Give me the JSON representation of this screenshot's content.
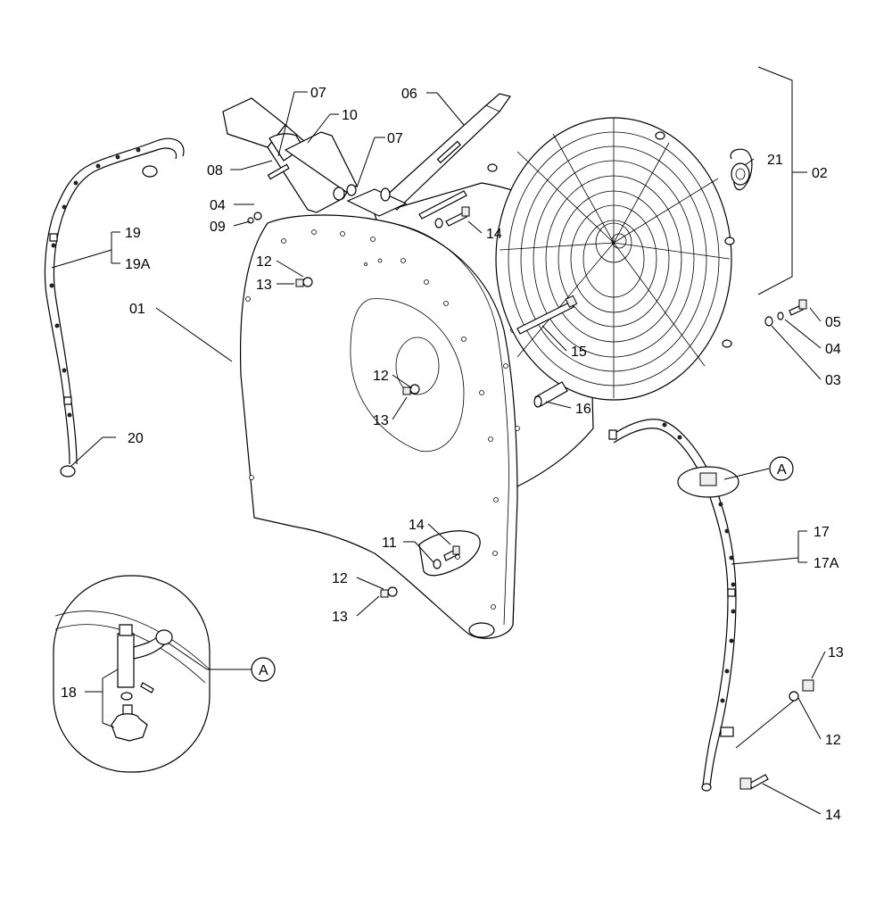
{
  "colors": {
    "line": "#000000",
    "background": "#ffffff"
  },
  "labels": {
    "l07a": "07",
    "l10": "10",
    "l07b": "07",
    "l06": "06",
    "l08": "08",
    "l04a": "04",
    "l09": "09",
    "l14a": "14",
    "l19": "19",
    "l19a": "19A",
    "l12a": "12",
    "l13a": "13",
    "l01": "01",
    "l21": "21",
    "l02": "02",
    "l05": "05",
    "l04b": "04",
    "l03": "03",
    "l15": "15",
    "l12b": "12",
    "l13b": "13",
    "l16": "16",
    "l20": "20",
    "lA1": "A",
    "l17": "17",
    "l17a": "17A",
    "l14b": "14",
    "l11": "11",
    "l12c": "12",
    "l13c": "13",
    "lA2": "A",
    "l18": "18",
    "l13d": "13",
    "l12d": "12",
    "l14c": "14"
  }
}
